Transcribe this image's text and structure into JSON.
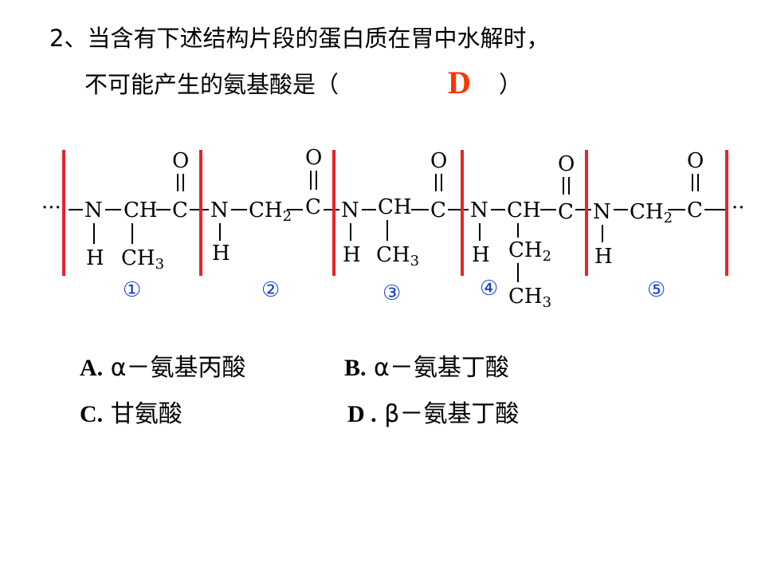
{
  "question": {
    "line1": "2、当含有下述结构片段的蛋白质在胃中水解时，",
    "line2": "不可能产生的氨基酸是（",
    "answer": "D",
    "close": "）"
  },
  "structure": {
    "leading_dots": "···",
    "trailing_dots": "··",
    "backbone": [
      {
        "n": "N",
        "nh": "H",
        "ca": "CH",
        "side": [
          "CH3"
        ],
        "c": "C",
        "o": "O"
      },
      {
        "n": "N",
        "nh": "H",
        "ca": "CH2",
        "side": [],
        "c": "C",
        "o": "O"
      },
      {
        "n": "N",
        "nh": "H",
        "ca": "CH",
        "side": [
          "CH3"
        ],
        "c": "C",
        "o": "O"
      },
      {
        "n": "N",
        "nh": "H",
        "ca": "CH",
        "side": [
          "CH2",
          "CH3"
        ],
        "c": "C",
        "o": "O"
      },
      {
        "n": "N",
        "nh": "H",
        "ca": "CH2",
        "side": [],
        "c": "C",
        "o": "O"
      }
    ],
    "segment_numbers": [
      "①",
      "②",
      "③",
      "④",
      "⑤"
    ],
    "colors": {
      "divider": "#e8232a",
      "number": "#1a3fcf",
      "answer": "#ff3300"
    }
  },
  "options": [
    {
      "letter": "A.",
      "text": " α－氨基丙酸"
    },
    {
      "letter": "B.",
      "text": " α－氨基丁酸"
    },
    {
      "letter": "C.",
      "text": " 甘氨酸"
    },
    {
      "letter": "D .",
      "text": " β－氨基丁酸"
    }
  ]
}
